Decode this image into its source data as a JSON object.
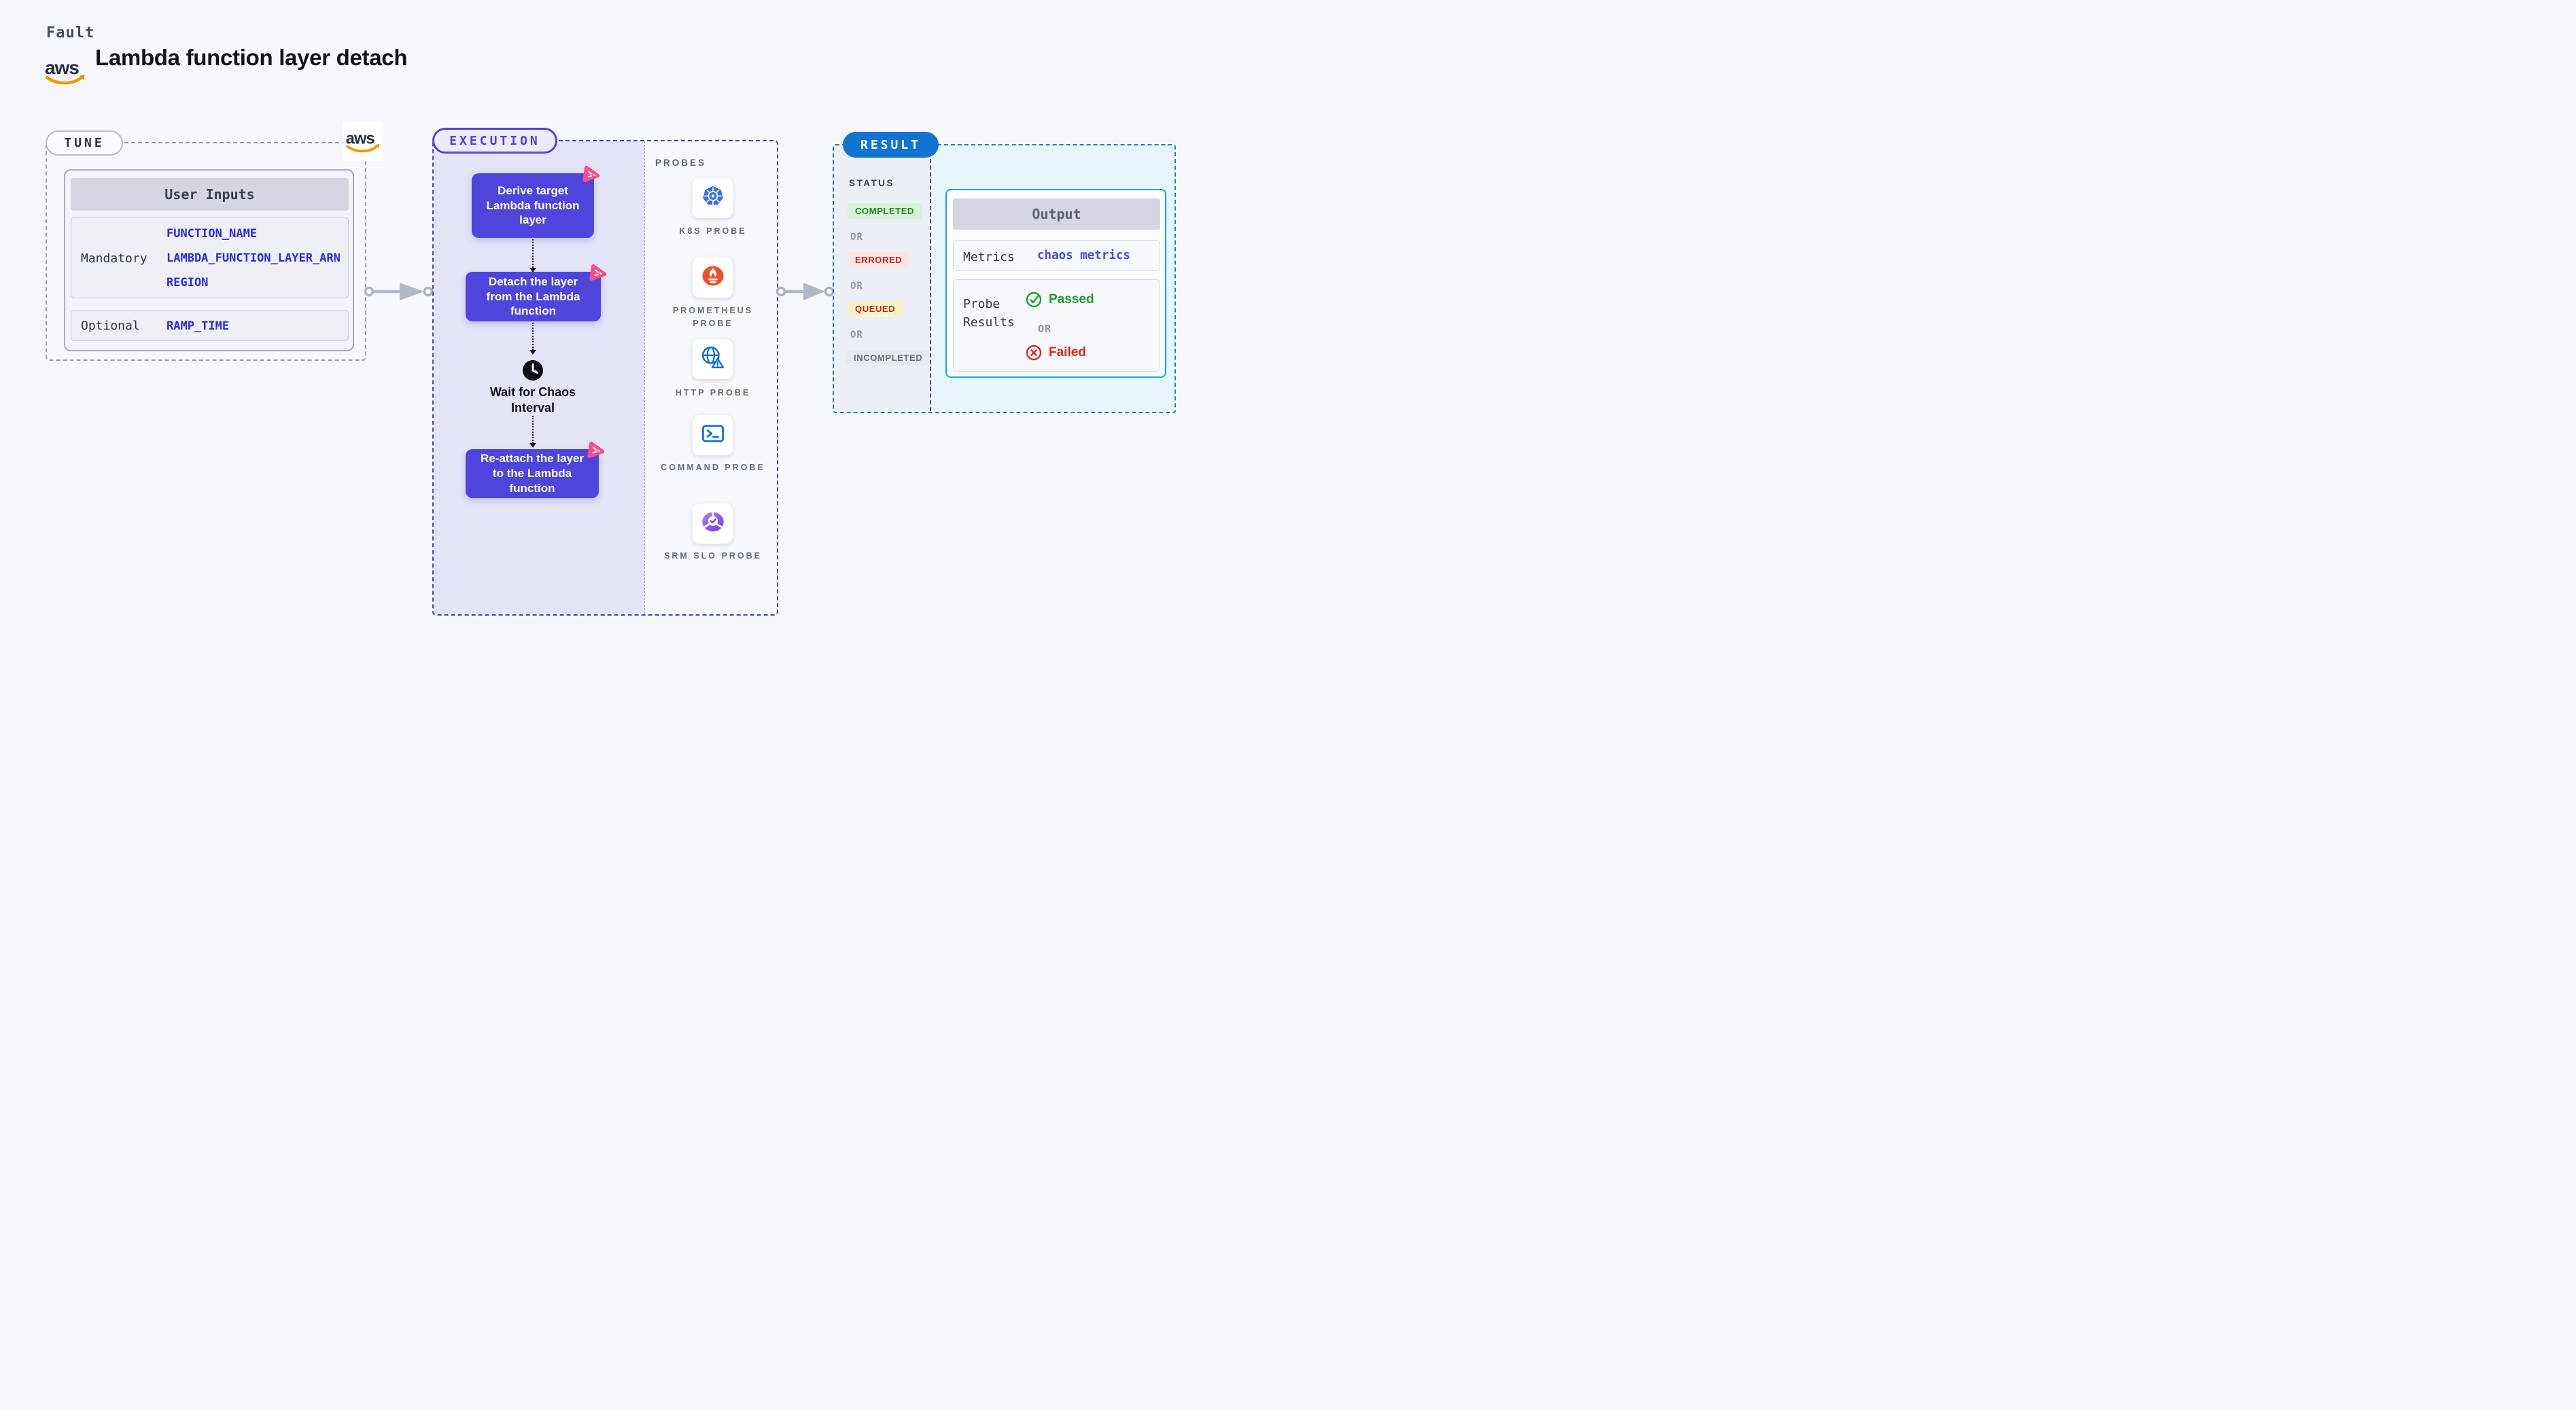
{
  "header": {
    "eyebrow": "Fault",
    "title": "Lambda function layer detach"
  },
  "tune": {
    "pill": "TUNE",
    "table": {
      "title": "User Inputs",
      "rows": [
        {
          "label": "Mandatory",
          "values": [
            "FUNCTION_NAME",
            "LAMBDA_FUNCTION_LAYER_ARN",
            "REGION"
          ]
        },
        {
          "label": "Optional",
          "values": [
            "RAMP_TIME"
          ]
        }
      ]
    }
  },
  "execution": {
    "pill": "EXECUTION",
    "steps": [
      "Derive target Lambda function layer",
      "Detach the layer from the Lambda function",
      "Re-attach the layer to the Lambda function"
    ],
    "wait_label": "Wait for Chaos Interval"
  },
  "probes": {
    "title": "PROBES",
    "items": [
      {
        "label": "K8S PROBE",
        "icon": "kubernetes-icon"
      },
      {
        "label": "PROMETHEUS PROBE",
        "icon": "prometheus-icon"
      },
      {
        "label": "HTTP PROBE",
        "icon": "http-globe-icon"
      },
      {
        "label": "COMMAND PROBE",
        "icon": "terminal-icon"
      },
      {
        "label": "SRM SLO PROBE",
        "icon": "srm-slo-icon"
      }
    ]
  },
  "result": {
    "pill": "RESULT",
    "status_title": "STATUS",
    "or_label": "OR",
    "statuses": [
      {
        "label": "COMPLETED",
        "type": "completed"
      },
      {
        "label": "ERRORED",
        "type": "errored"
      },
      {
        "label": "QUEUED",
        "type": "queued"
      },
      {
        "label": "INCOMPLETED",
        "type": "incompleted"
      }
    ],
    "output": {
      "title": "Output",
      "metrics_label": "Metrics",
      "metrics_link": "chaos metrics",
      "probe_results_label": "Probe Results",
      "passed_label": "Passed",
      "or_label": "OR",
      "failed_label": "Failed"
    }
  },
  "colors": {
    "accent_purple": "#4e46dc",
    "execution_border": "#4540d6",
    "result_border": "#177bd4",
    "output_border": "#15a6e0",
    "chaos_pink": "#fb4e8a",
    "completed_green": "#1d8a2b",
    "errored_red": "#c9241a",
    "queued_amber_text": "#b02e12",
    "link_blue": "#2a2ae2",
    "aws_orange": "#f79400",
    "k8s_blue": "#3570e4",
    "prometheus_orange": "#e6522c",
    "http_blue": "#1273d4"
  }
}
